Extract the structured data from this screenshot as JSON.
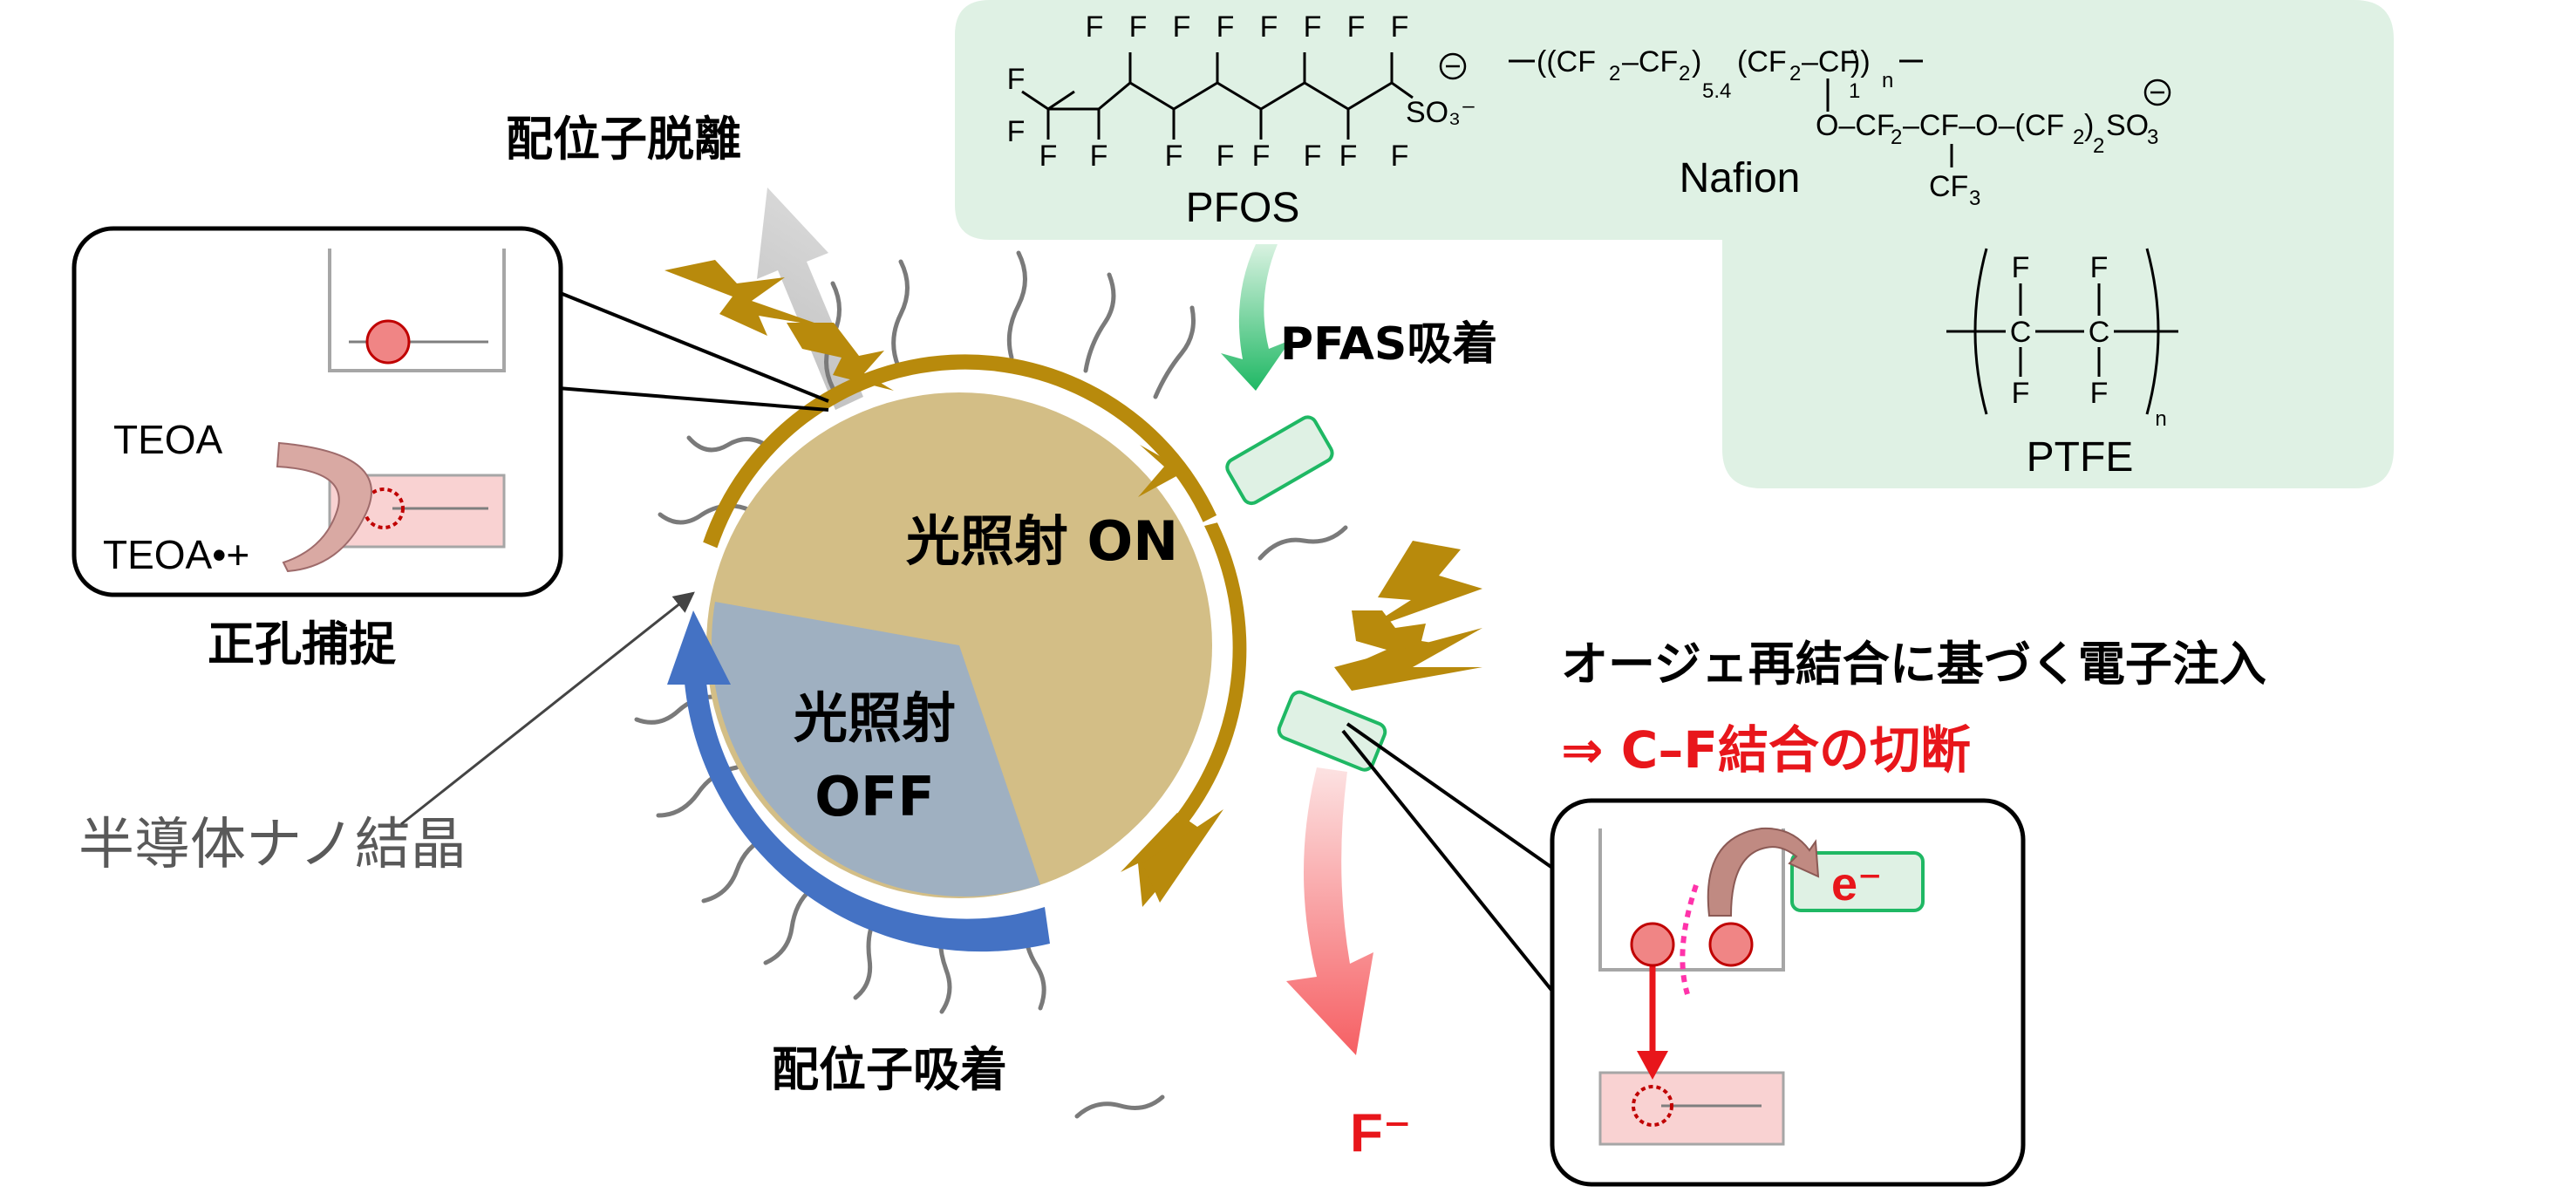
{
  "center": {
    "on_label": "光照射 ON",
    "off_label_1": "光照射",
    "off_label_2": "OFF"
  },
  "labels": {
    "ligand_desorption": "配位子脱離",
    "ligand_adsorption": "配位子吸着",
    "pfas_adsorption": "PFAS吸着",
    "hole_capture": "正孔捕捉",
    "nanocrystal": "半導体ナノ結晶",
    "auger_text": "オージェ再結合に基づく電子注入",
    "cf_cleavage": "⇒ C–F結合の切断",
    "fluoride": "F⁻"
  },
  "hole_inset": {
    "donor": "TEOA",
    "donor_oxidized": "TEOA•+"
  },
  "electron_inset": {
    "electron": "e⁻"
  },
  "molecules": {
    "pfos_name": "PFOS",
    "nafion_name": "Nafion",
    "ptfe_name": "PTFE",
    "nafion_formula": "(CF₂–CF₂)5.4 (CF₂–CF)1 n   O–CF₂–CF–O–(CF₂)₂SO₃⁻  CF₃",
    "pfos_headgroup": "SO₃⁻"
  },
  "colors": {
    "on_ring": "#B88A0C",
    "off_ring": "#4472C4",
    "crystal_on": "#D3BE86",
    "crystal_off": "#9FB0C1",
    "panel": "#DFF1E4",
    "red_text": "#E8161B",
    "pfas_arrow": "#1FB864"
  }
}
